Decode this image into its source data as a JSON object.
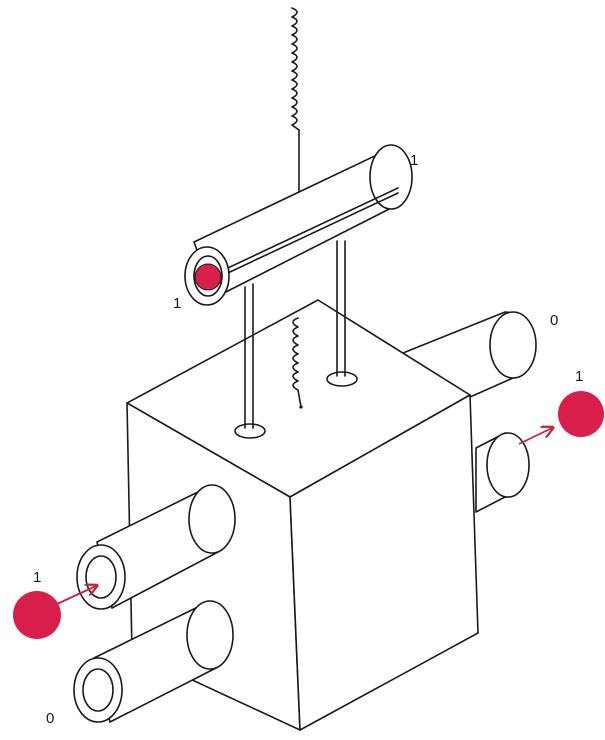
{
  "labels": {
    "core_upper": "1",
    "core_lower": "1",
    "output_top": "0",
    "output_active": "1",
    "input_active": "1",
    "input_bottom": "0"
  },
  "colors": {
    "marble": "#d81e4a",
    "arrow": "#c8243a",
    "line": "#1a1a1a"
  }
}
